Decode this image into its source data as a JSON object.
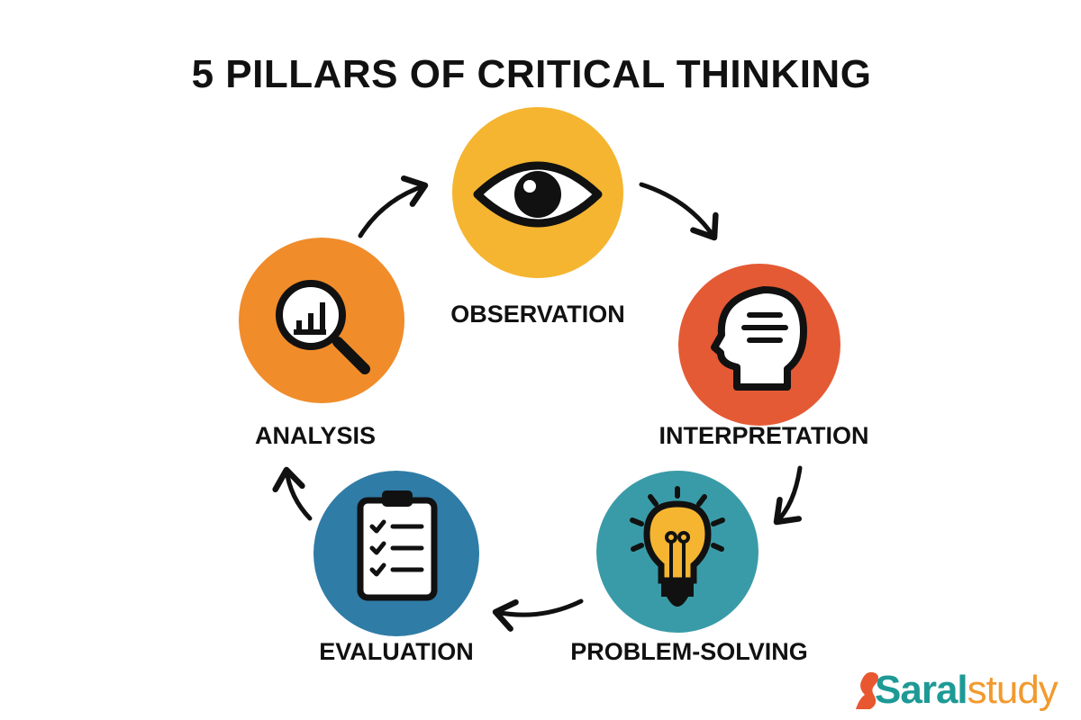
{
  "title": "5 PILLARS OF CRITICAL THINKING",
  "pillars": [
    {
      "label": "OBSERVATION",
      "icon": "eye-icon",
      "color": "#F5B531"
    },
    {
      "label": "INTERPRETATION",
      "icon": "head-icon",
      "color": "#E45A35"
    },
    {
      "label": "PROBLEM-SOLVING",
      "icon": "lightbulb-icon",
      "color": "#3A9BA8"
    },
    {
      "label": "EVALUATION",
      "icon": "clipboard-checklist-icon",
      "color": "#2F7CA6"
    },
    {
      "label": "ANALYSIS",
      "icon": "magnifier-chart-icon",
      "color": "#F08C2A"
    }
  ],
  "logo": {
    "part1": "Saral",
    "part2": "study",
    "color1": "#1E9A96",
    "color2": "#F29A2E"
  }
}
